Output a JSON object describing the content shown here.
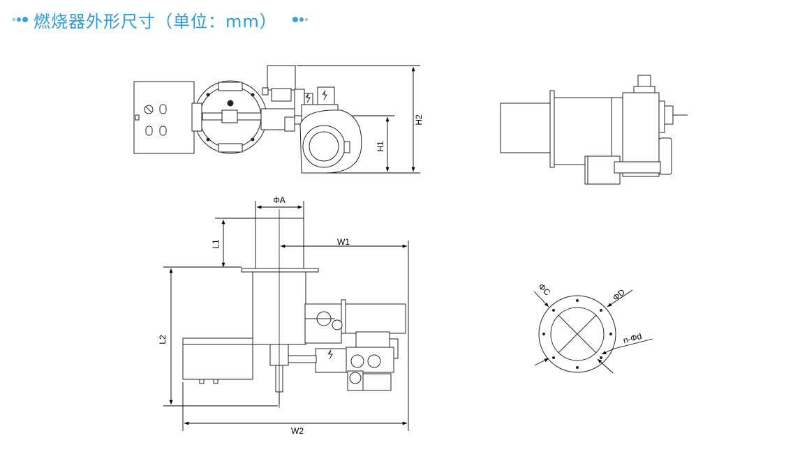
{
  "header": {
    "title": "燃烧器外形尺寸（单位：mm）",
    "accent_color": "#2d9bd8"
  },
  "dimensions": {
    "h1": "H1",
    "h2": "H2",
    "phi_a": "ΦA",
    "l1": "L1",
    "l2": "L2",
    "w1": "W1",
    "w2": "W2",
    "phi_c": "ΦC",
    "phi_d": "ΦD",
    "n_phi_d": "n-Φd"
  }
}
